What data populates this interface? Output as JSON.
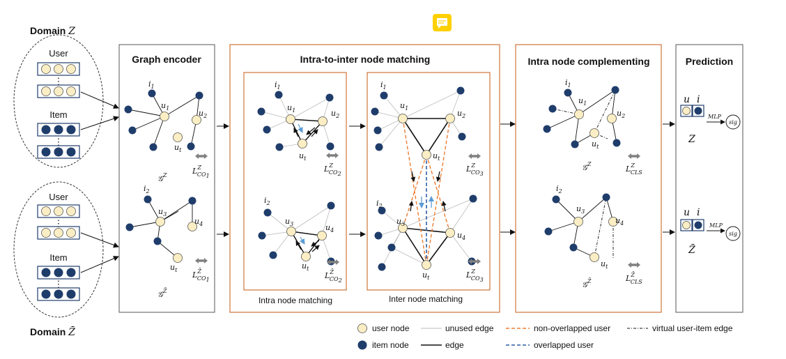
{
  "labels": {
    "domain_z": "Domain",
    "domain_z_sym": "Z",
    "domain_zbar": "Domain",
    "domain_zbar_sym": "Z̄",
    "user": "User",
    "item": "Item",
    "dots": "⋮"
  },
  "panels": {
    "graph_encoder": "Graph encoder",
    "intra_inter": "Intra-to-inter node matching",
    "intra_matching": "Intra node matching",
    "inter_matching": "Inter node matching",
    "complementing": "Intra node complementing",
    "prediction": "Prediction"
  },
  "graph": {
    "i1": "i",
    "i1_sub": "1",
    "i2": "i",
    "i2_sub": "2",
    "u1": "u",
    "u1_sub": "1",
    "u2": "u",
    "u2_sub": "2",
    "u3": "u",
    "u3_sub": "3",
    "u4": "u",
    "u4_sub": "4",
    "ut": "u",
    "ut_sub": "t",
    "gz": "𝒢",
    "gz_sup": "Z",
    "gzbar_sup": "Z̄"
  },
  "losses": {
    "L": "L",
    "co1": "CO",
    "co1_sub": "1",
    "co2": "CO",
    "co2_sub": "2",
    "co3": "CO",
    "co3_sub": "3",
    "cls": "CLS",
    "sup_z": "Z",
    "sup_zbar": "Z̄"
  },
  "prediction": {
    "u": "u",
    "i": "i",
    "mlp": "MLP",
    "sig": "sig",
    "z": "Z",
    "zbar": "Z̄"
  },
  "legend": {
    "user_node": "user node",
    "item_node": "item node",
    "unused_edge": "unused edge",
    "edge": "edge",
    "non_overlapped": "non-overlapped user",
    "overlapped": "overlapped user",
    "virtual_edge": "virtual user-item edge"
  },
  "colors": {
    "user_fill": "#fbeec4",
    "item_fill": "#1f3d6b",
    "panel_border": "#c55a11",
    "orange_dash": "#ed7d31",
    "blue_dash": "#2e5fa8",
    "light_blue": "#5b9bd5",
    "gray_arrow": "#808080",
    "note_icon": "#ffd000"
  },
  "icons": {
    "note": "note-icon"
  }
}
